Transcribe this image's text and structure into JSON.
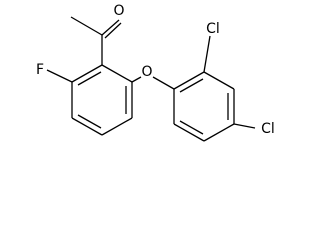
{
  "molecule": {
    "atoms": {
      "oxygen_carbonyl": "O",
      "fluorine": "F",
      "oxygen_ether": "O",
      "chlorine_ortho": "Cl",
      "chlorine_para": "Cl"
    }
  },
  "colors": {
    "background": "#ffffff",
    "ink": "#000000"
  }
}
